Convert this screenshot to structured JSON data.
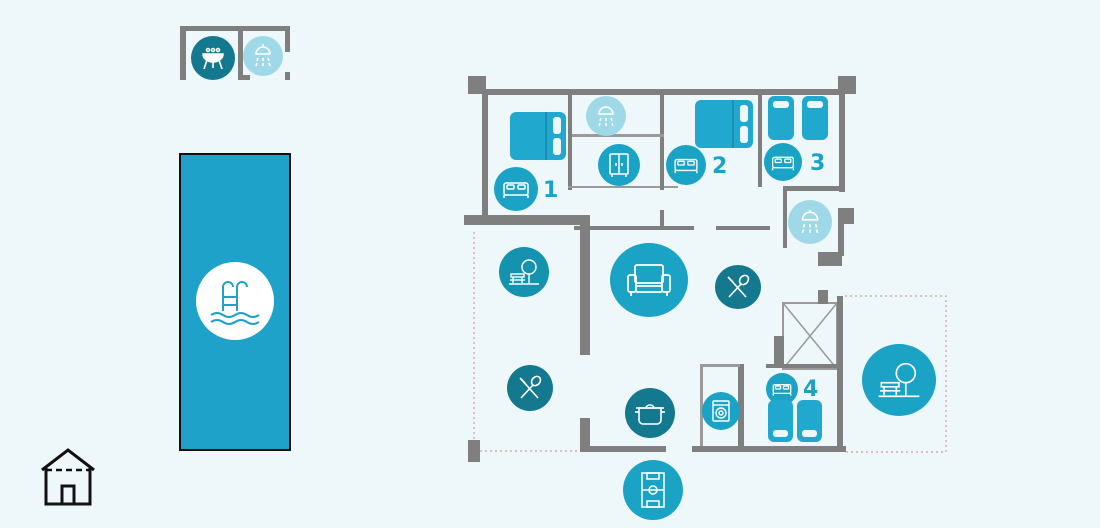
{
  "rooms": {
    "bedroom_1_number": "1",
    "bedroom_2_number": "2",
    "bedroom_3_number": "3",
    "bedroom_4_number": "4"
  },
  "colors": {
    "light": "#eef8fb",
    "accent": "#21a8cf",
    "accent_dark": "#14798f",
    "accent_mid": "#1aa3c4",
    "pool": "#1ea2c9",
    "wall": "#7f7f7f"
  },
  "icons": [
    "bbq-grill-icon",
    "outdoor-shower-icon",
    "pool-ladder-icon",
    "house-icon",
    "bed-icon",
    "shower-icon",
    "wardrobe-icon",
    "garden-icon",
    "sofa-icon",
    "dining-icon",
    "cooking-pot-icon",
    "washing-machine-icon",
    "football-field-icon"
  ]
}
